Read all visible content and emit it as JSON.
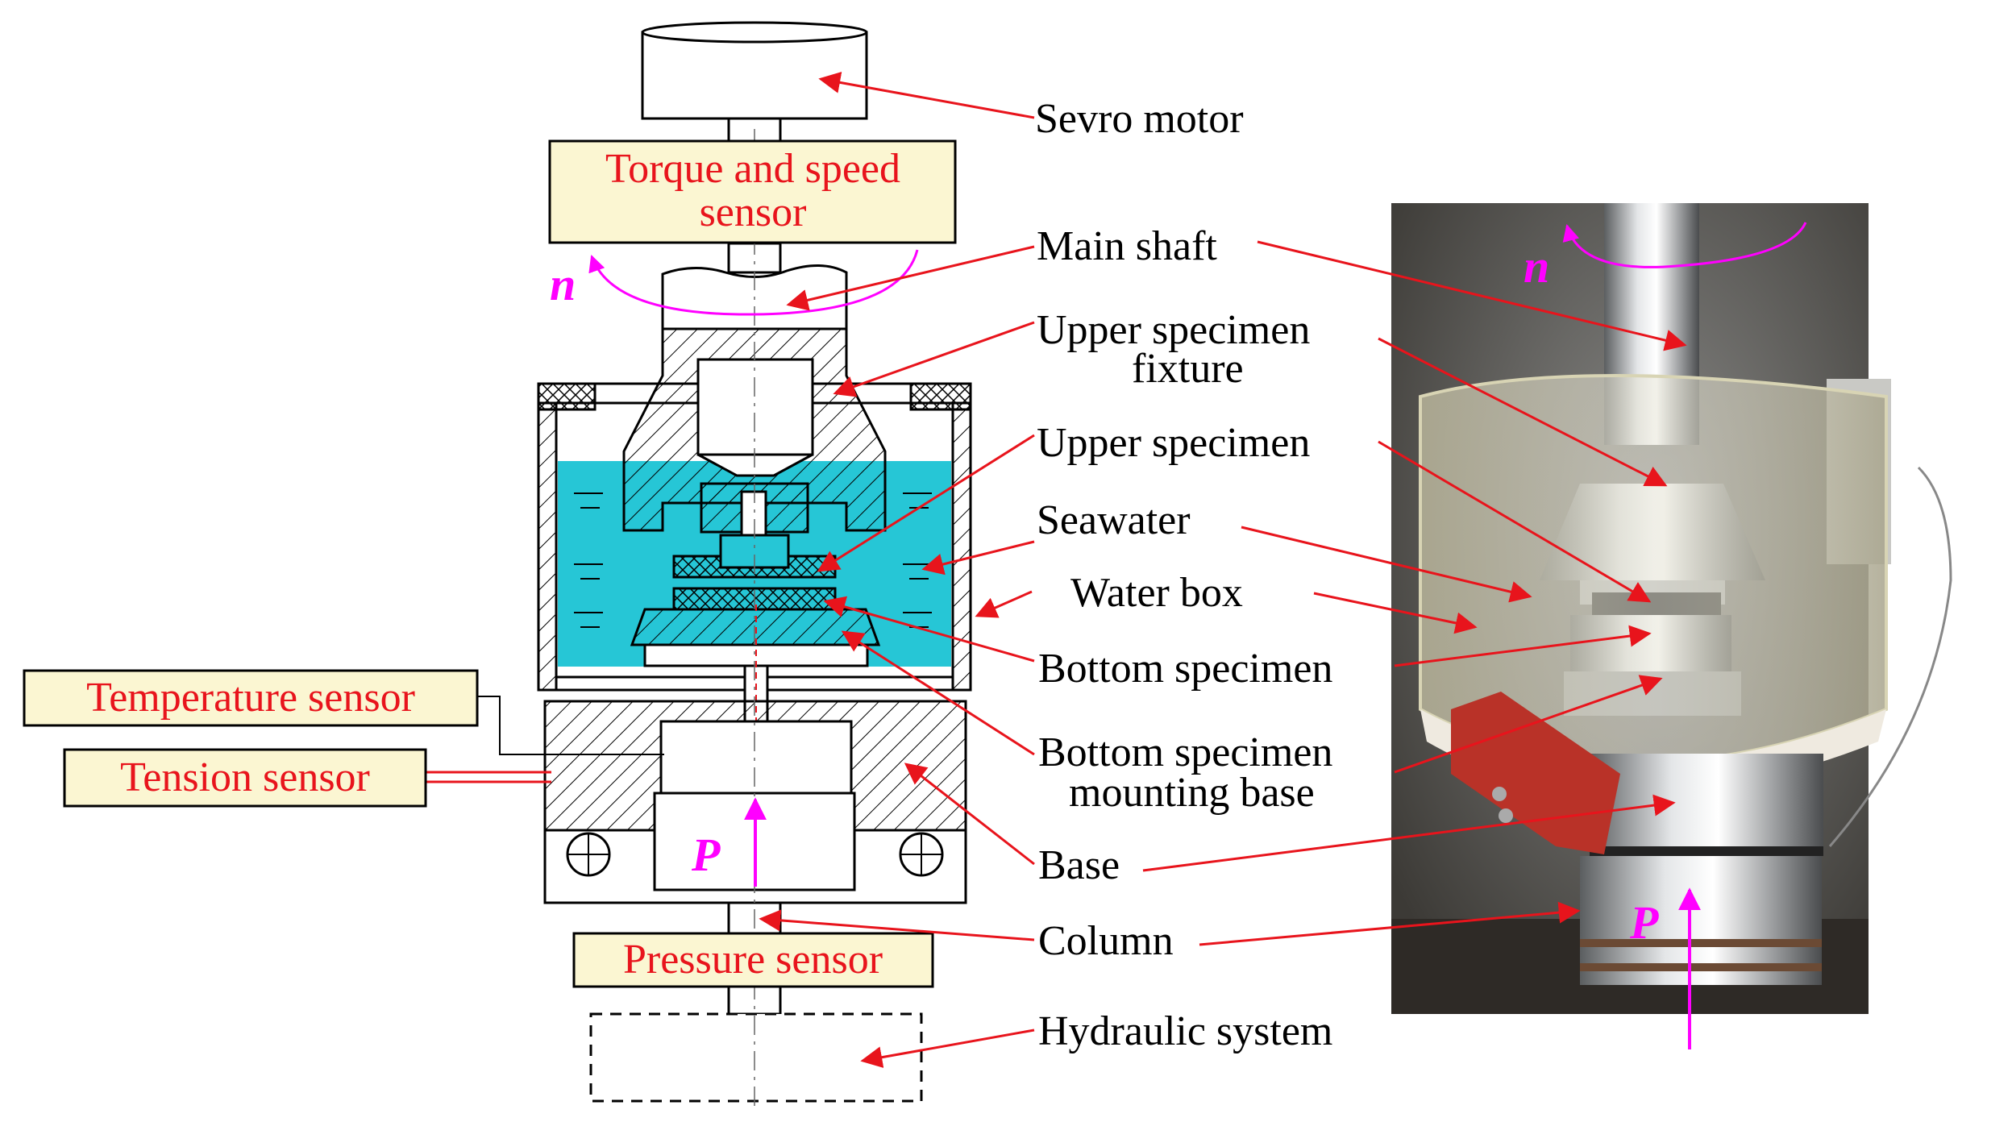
{
  "labels": {
    "servo_motor": "Sevro motor",
    "main_shaft": "Main shaft",
    "upper_fixture_1": "Upper specimen",
    "upper_fixture_2": "fixture",
    "upper_specimen": "Upper specimen",
    "seawater": "Seawater",
    "water_box": "Water box",
    "bottom_specimen": "Bottom specimen",
    "bottom_base_1": "Bottom specimen",
    "bottom_base_2": "mounting base",
    "base": "Base",
    "column": "Column",
    "hydraulic_system": "Hydraulic system"
  },
  "boxes": {
    "torque_1": "Torque and speed",
    "torque_2": "sensor",
    "temperature": "Temperature sensor",
    "tension": "Tension sensor",
    "pressure": "Pressure sensor"
  },
  "symbols": {
    "rotation": "n",
    "load": "P"
  },
  "colors": {
    "arrow": "#e8141c",
    "symbol": "#ff00ff",
    "seawater": "#26c6d6",
    "box_fill": "#fbf6d2"
  }
}
